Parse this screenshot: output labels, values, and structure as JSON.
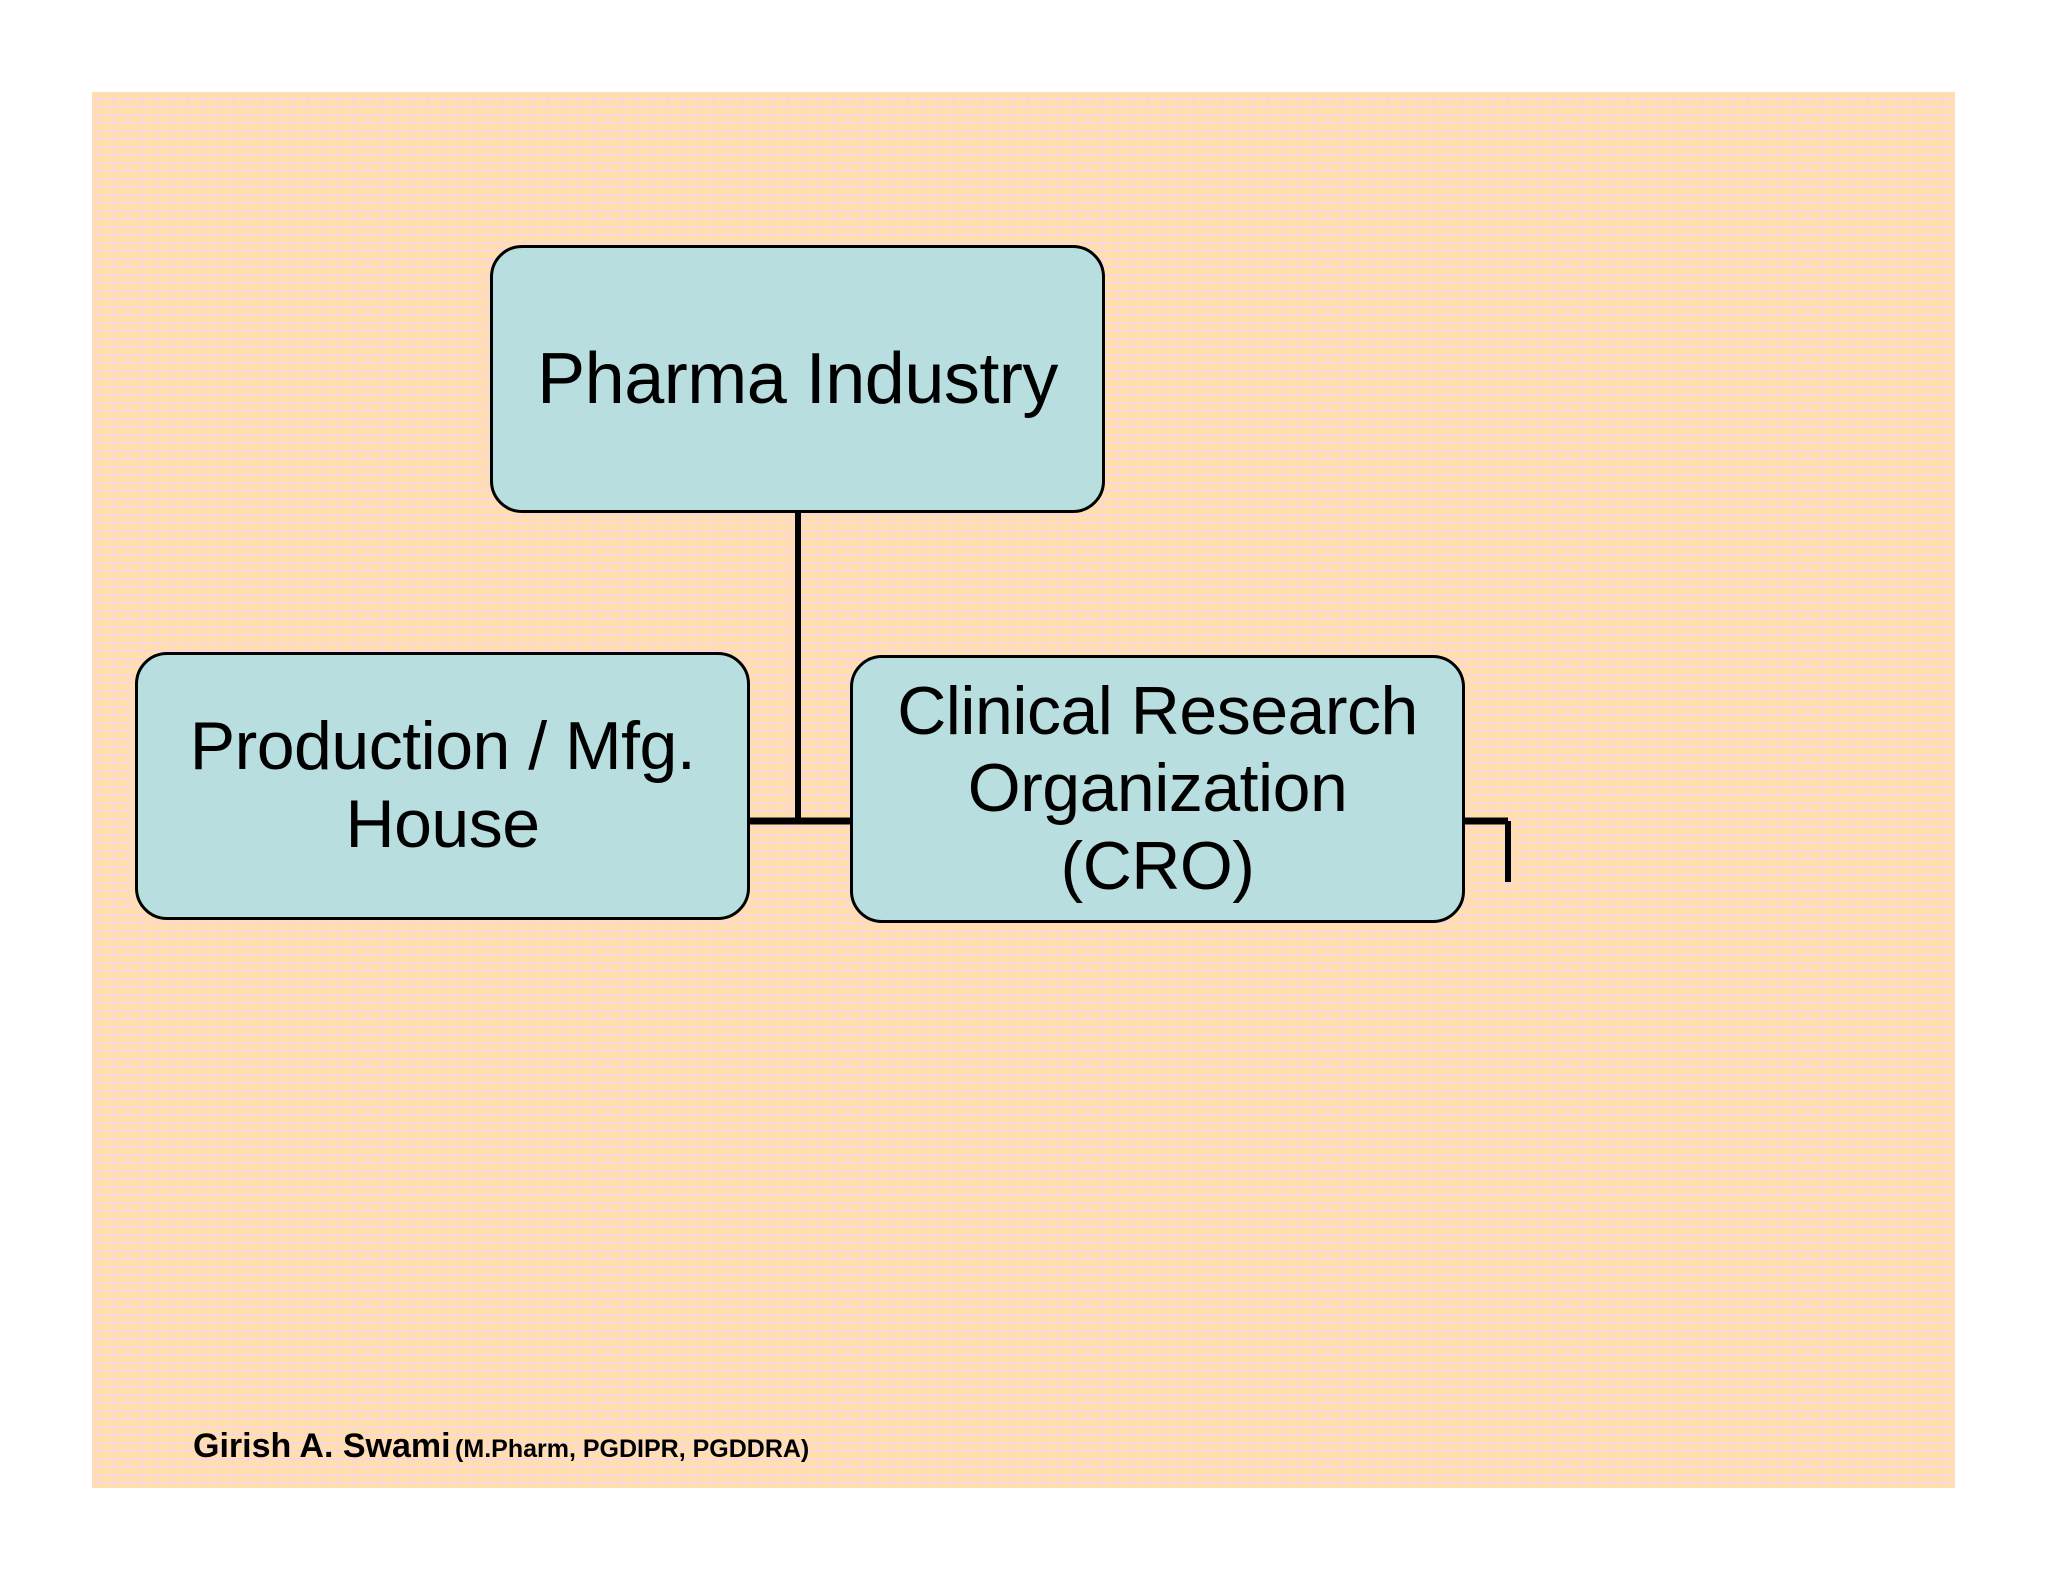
{
  "slide": {
    "background_color": "#fbd6d7",
    "brick_color": "#ffdfae",
    "node_fill": "#b9dee0",
    "node_border": "#000000",
    "connector_color": "#000000"
  },
  "chart_data": {
    "type": "diagram",
    "diagram_kind": "organization-hierarchy",
    "title": "Pharma Industry",
    "nodes": [
      {
        "id": "root",
        "label": "Pharma Industry",
        "level": 0
      },
      {
        "id": "production",
        "label": "Production / Mfg. House",
        "level": 1
      },
      {
        "id": "cro",
        "label": "Clinical Research Organization (CRO)",
        "level": 1
      }
    ],
    "edges": [
      {
        "from": "root",
        "to": "production"
      },
      {
        "from": "root",
        "to": "cro"
      }
    ]
  },
  "nodes": {
    "root": {
      "label": "Pharma Industry",
      "lines": [
        "Pharma Industry"
      ]
    },
    "production": {
      "label": "Production / Mfg. House",
      "line1": "Production / Mfg.",
      "line2": "House"
    },
    "cro": {
      "label": "Clinical Research Organization (CRO)",
      "line1": "Clinical Research",
      "line2": "Organization",
      "line3": "(CRO)"
    }
  },
  "footer": {
    "author_name": "Girish A. Swami",
    "qualifications": "(M.Pharm, PGDIPR, PGDDRA)"
  }
}
